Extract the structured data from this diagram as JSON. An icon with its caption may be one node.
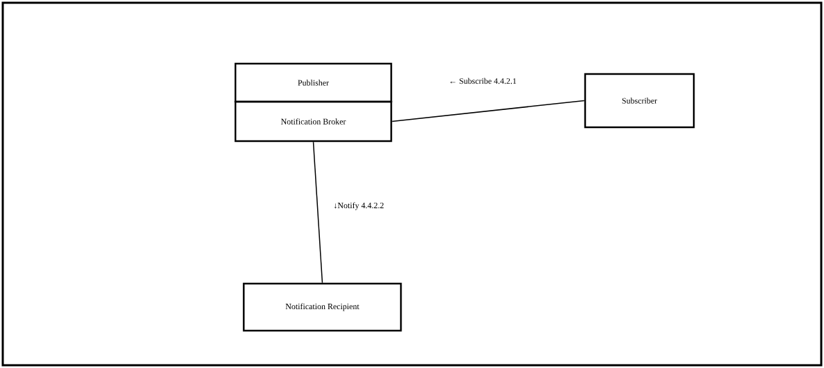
{
  "diagram": {
    "nodes": [
      {
        "text": [
          "Publisher"
        ]
      },
      {
        "text": [
          "Notification Broker"
        ]
      },
      {
        "text": [
          "Subscriber"
        ]
      },
      {
        "text": [
          "Notification Recipient"
        ]
      }
    ],
    "edges": [
      {
        "from": 2,
        "to": 1,
        "arrow": "none",
        "label": "← Subscribe 4.4.2.1"
      },
      {
        "from": 1,
        "to": 3,
        "arrow": "none",
        "label": "↓Notify 4.4.2.2"
      }
    ]
  }
}
